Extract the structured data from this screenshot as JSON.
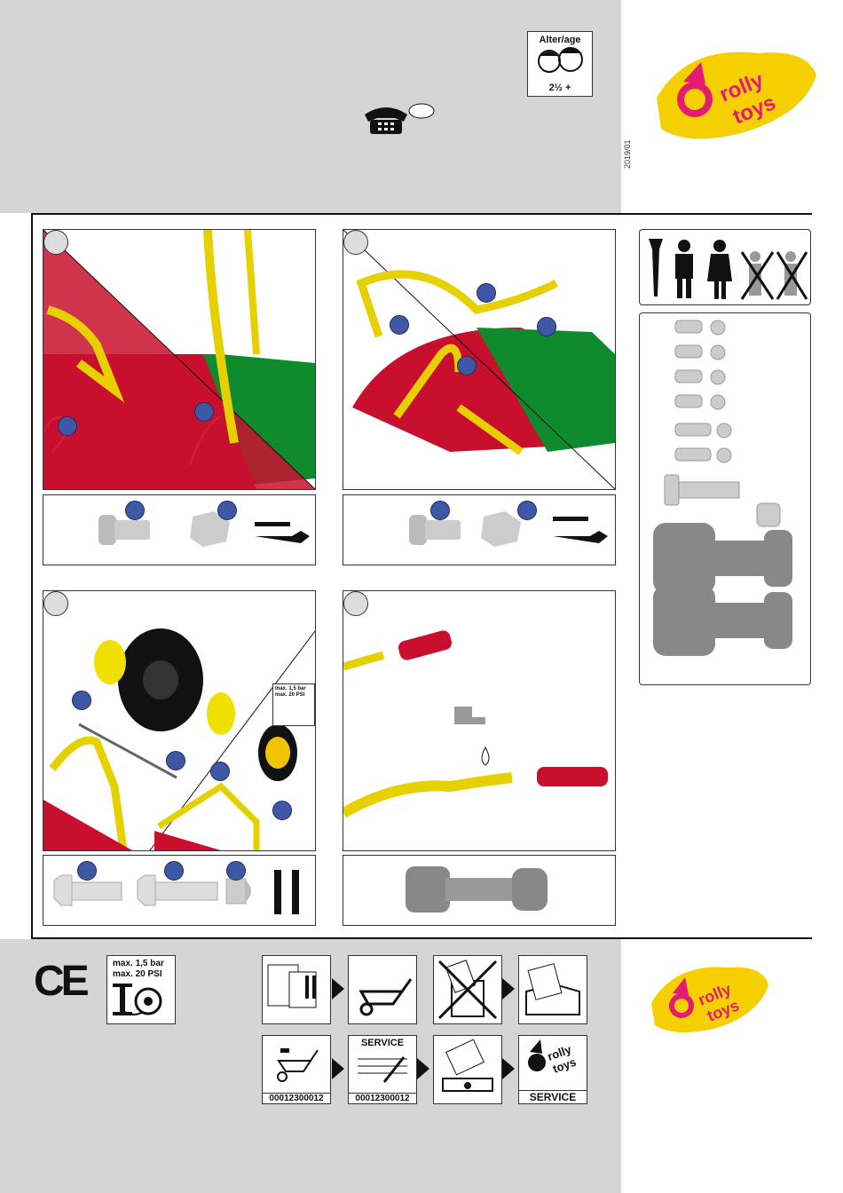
{
  "age": {
    "label": "Alter/age",
    "value": "2½ +"
  },
  "date": "2019/01",
  "brand": {
    "line1": "rolly",
    "line2": "toys"
  },
  "pressure": {
    "line1": "max. 1,5 bar",
    "line2": "max. 20 PSI"
  },
  "ce_mark": "CE",
  "service": {
    "serial_1": "00012300012",
    "service_label": "SERVICE",
    "serial_2": "00012300012",
    "service_footer": "SERVICE"
  },
  "colors": {
    "frame_yellow": "#f4e000",
    "tub_red": "#c8102e",
    "tub_green": "#0f8a2c",
    "dot_blue": "#3f58a6"
  }
}
